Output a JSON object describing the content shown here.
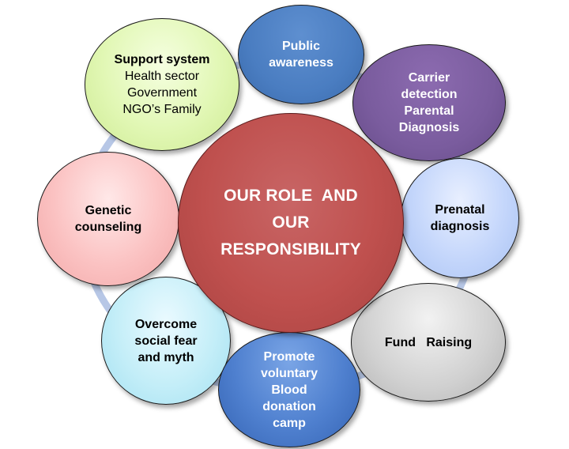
{
  "diagram": {
    "center": {
      "lines": [
        "OUR ROLE  AND",
        "OUR",
        "RESPONSIBILITY"
      ],
      "color": "#bf504e"
    },
    "nodes": {
      "public_awareness": {
        "lines": [
          "Public",
          "awareness"
        ],
        "color": "#4a7dc1"
      },
      "carrier_detection": {
        "lines": [
          "Carrier",
          "detection",
          "Parental",
          "Diagnosis"
        ],
        "color": "#7a5c9e"
      },
      "prenatal_diagnosis": {
        "lines": [
          "Prenatal",
          "diagnosis"
        ],
        "color": "#c4d6fb"
      },
      "fund_raising": {
        "lines": [
          "Fund   Raising"
        ],
        "color": "#d0d0d0"
      },
      "promote_blood_donation": {
        "lines": [
          "Promote",
          "voluntary",
          "Blood",
          "donation",
          "camp"
        ],
        "color": "#4f80cf"
      },
      "overcome_social_fear": {
        "lines": [
          "Overcome",
          "social fear",
          "and myth"
        ],
        "color": "#c4eef8"
      },
      "genetic_counseling": {
        "lines": [
          "Genetic",
          "counseling"
        ],
        "color": "#fbc2c2"
      },
      "support_system": {
        "lines": [
          "Support system",
          "Health sector",
          "Government",
          "NGO’s Family"
        ],
        "color": "#e1f7b4"
      }
    },
    "ring_color": "#b7c7e6"
  }
}
